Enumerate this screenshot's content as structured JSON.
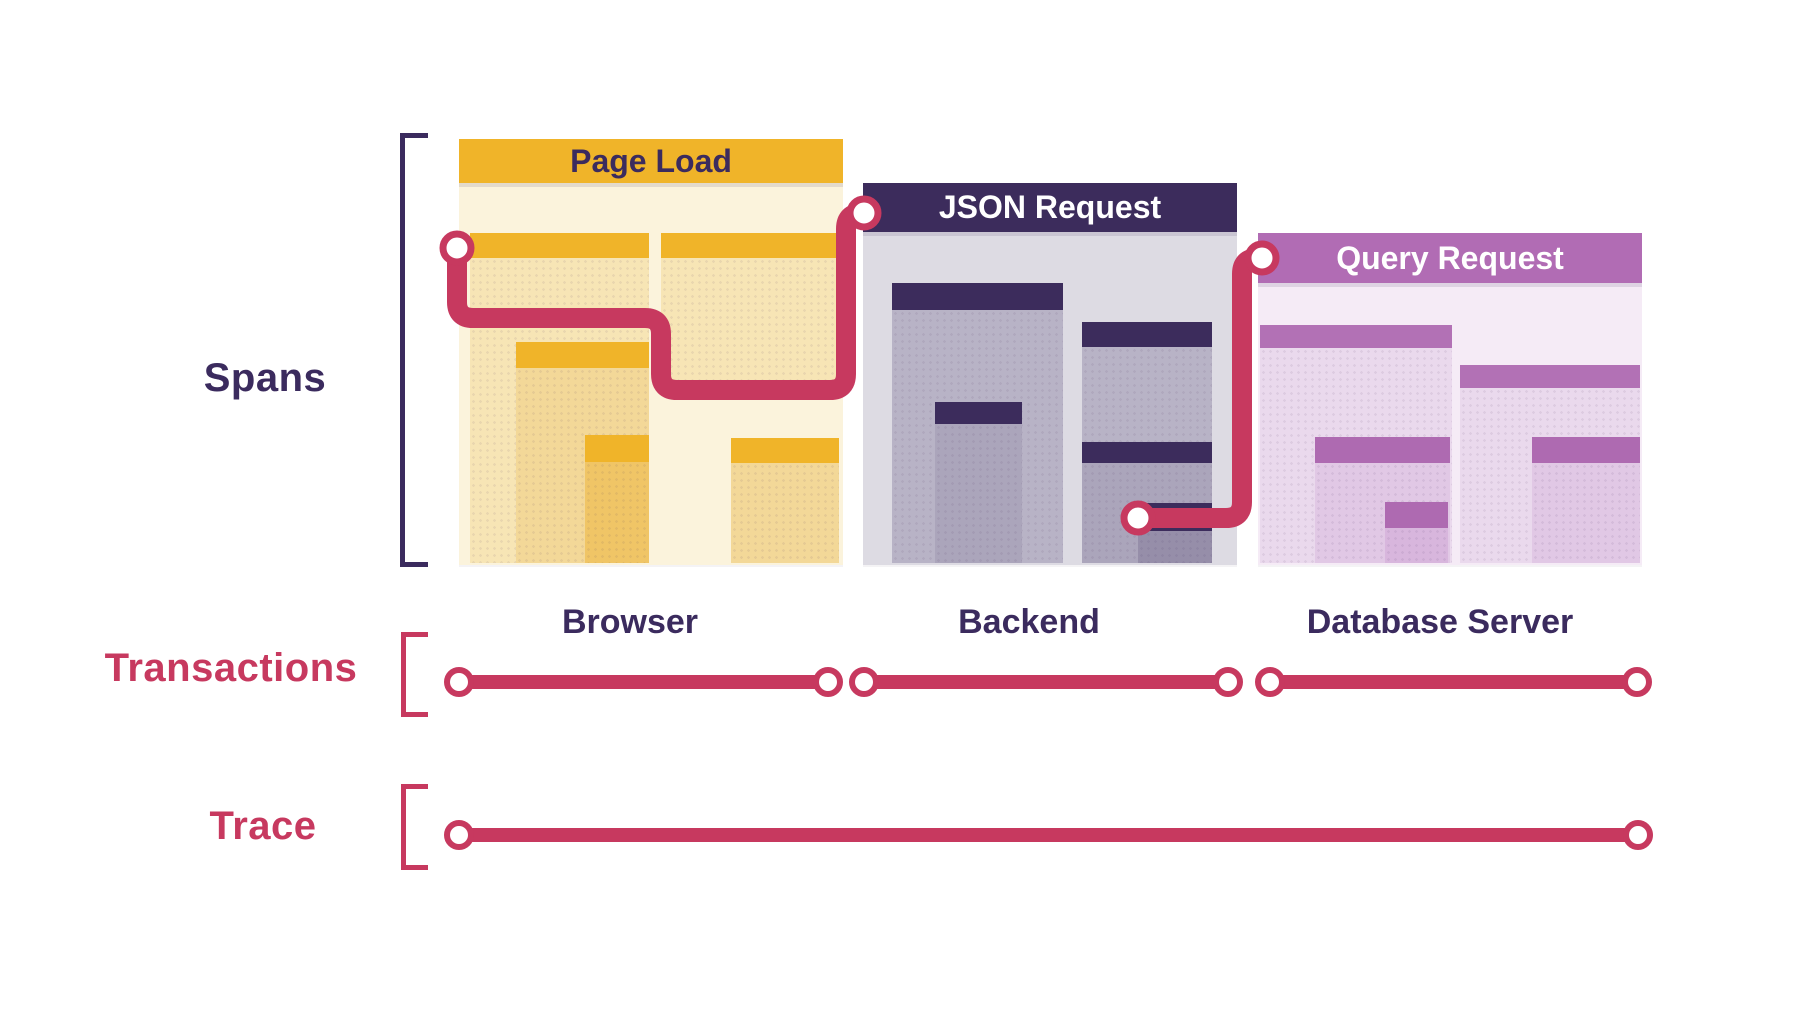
{
  "rows": {
    "spans": {
      "label": "Spans"
    },
    "transactions": {
      "label": "Transactions"
    },
    "trace": {
      "label": "Trace"
    }
  },
  "panels": [
    {
      "title": "Page Load",
      "service": "Browser",
      "header_color": "#F0B429",
      "body_color": "#FBF3DC",
      "title_color": "#3B2B5E"
    },
    {
      "title": "JSON Request",
      "service": "Backend",
      "header_color": "#3C2C5C",
      "body_color": "#DDDBE3",
      "title_color": "#FFFFFF"
    },
    {
      "title": "Query Request",
      "service": "Database Server",
      "header_color": "#B16CB4",
      "body_color": "#F5EBF6",
      "title_color": "#FFFFFF"
    }
  ],
  "colors": {
    "trace_red": "#C7395F",
    "label_navy": "#3B2B5E",
    "label_red": "#C7395F",
    "background": "#FFFFFF"
  }
}
